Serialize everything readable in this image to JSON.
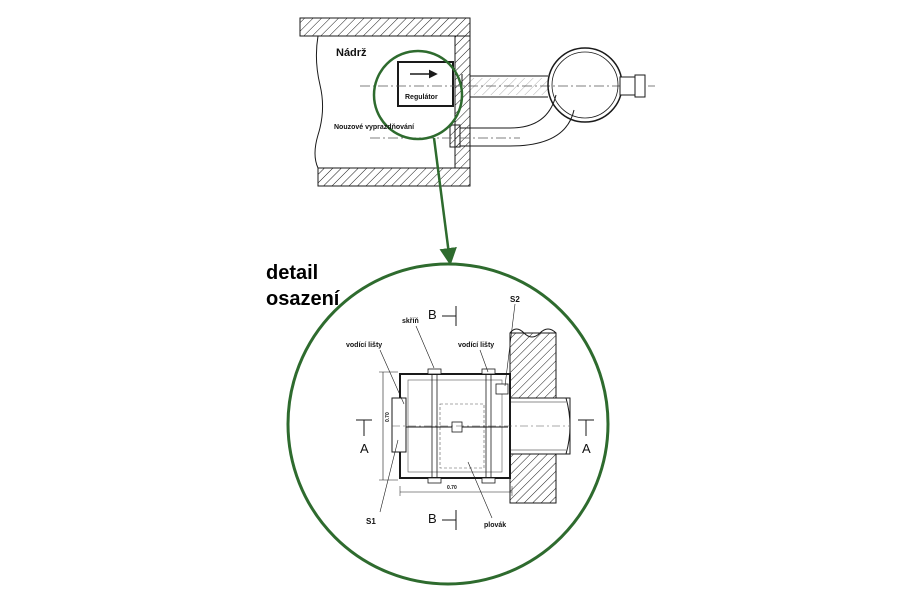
{
  "top": {
    "tank_label": "Nádrž",
    "regulator_label": "Regulátor",
    "emergency_label": "Nouzové vyprazdňování"
  },
  "detail": {
    "title_line1": "detail",
    "title_line2": "osazení",
    "labels": {
      "housing": "skříň",
      "guides_left": "vodící lišty",
      "guides_right": "vodící lišty",
      "float": "plovák",
      "s1": "S1",
      "s2": "S2"
    },
    "section_a": "A",
    "section_b": "B",
    "dim_width": "0.70",
    "dim_height": "0.70"
  },
  "colors": {
    "line": "#1a1a1a",
    "accent_green": "#2e6b2e",
    "background": "#ffffff"
  }
}
